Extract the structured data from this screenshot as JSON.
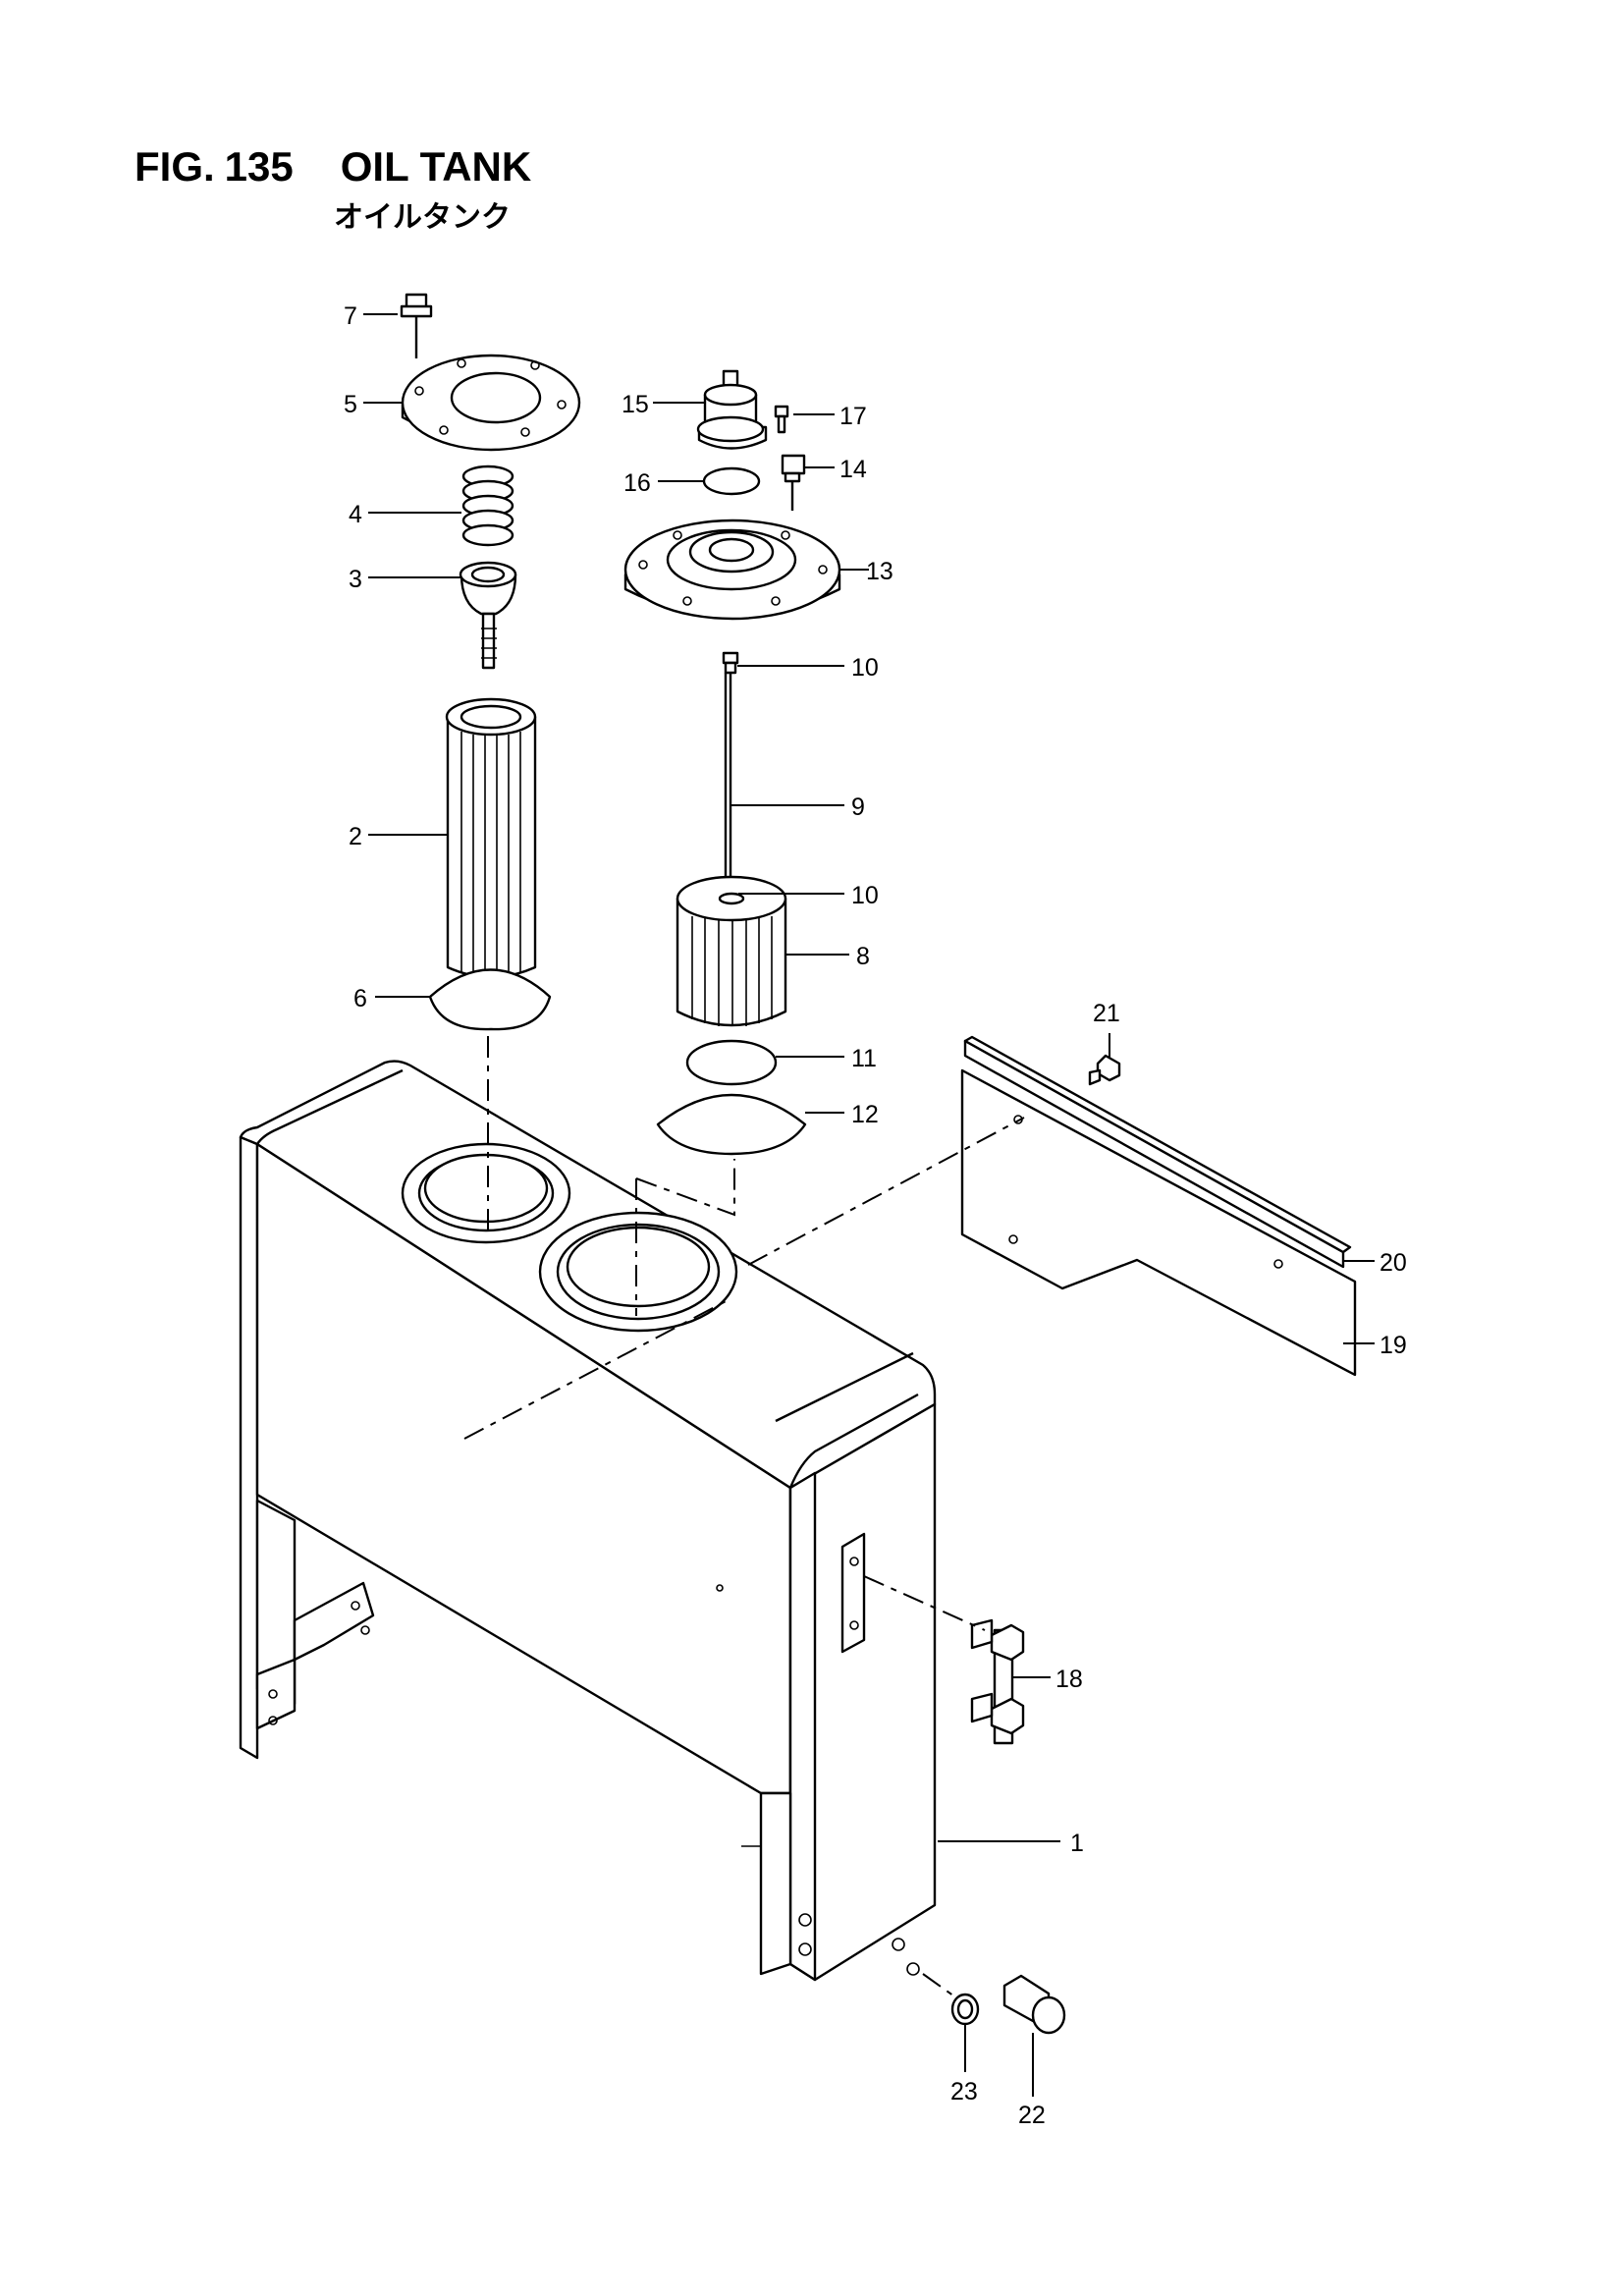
{
  "figure": {
    "label": "FIG.",
    "number": "135",
    "title": "OIL TANK",
    "subtitle": "オイルタンク"
  },
  "callouts": {
    "c1": "1",
    "c2": "2",
    "c3": "3",
    "c4": "4",
    "c5": "5",
    "c6": "6",
    "c7": "7",
    "c8": "8",
    "c9": "9",
    "c10a": "10",
    "c10b": "10",
    "c11": "11",
    "c12": "12",
    "c13": "13",
    "c14": "14",
    "c15": "15",
    "c16": "16",
    "c17": "17",
    "c18": "18",
    "c19": "19",
    "c20": "20",
    "c21": "21",
    "c22": "22",
    "c23": "23"
  }
}
